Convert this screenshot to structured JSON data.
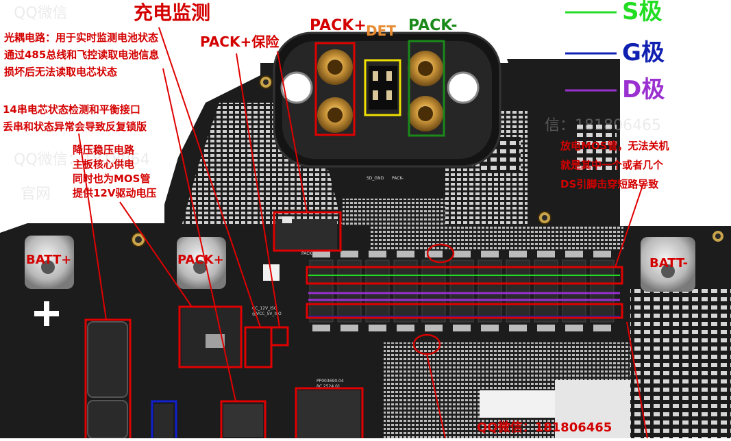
{
  "labels": {
    "charge_monitor": "充电监测",
    "pack_plus_top": "PACK+",
    "det": "DET",
    "pack_minus_top": "PACK-",
    "pack_plus_fuse": "PACK+保险",
    "batt_plus": "BATT+",
    "pack_plus_mid": "PACK+",
    "batt_minus": "BATT-",
    "qq_bottom": "QQ微信：181806465"
  },
  "annotations": {
    "optocoupler": [
      "光耦电路：用于实时监测电池状态",
      "通过485总线和飞控读取电池信息",
      "损坏后无法读取电芯状态"
    ],
    "cell_balance": [
      "14串电芯状态检测和平衡接口",
      "丢串和状态异常会导致反复锁版"
    ],
    "regulator": [
      "降压稳压电路",
      "主板核心供电",
      "同时也为MOS管",
      "提供12V驱动电压"
    ],
    "mosfet": [
      "放电MOS管，无法关机",
      "就是其中一个或者几个",
      "DS引脚击穿短路导致"
    ]
  },
  "legend": [
    {
      "label": "S极",
      "color": "#22dd22"
    },
    {
      "label": "G极",
      "color": "#1020b0"
    },
    {
      "label": "D极",
      "color": "#9a30d0"
    }
  ],
  "watermark": {
    "left": "QQ微信",
    "right": "信：181806465",
    "left2": "QQ微信：1818064",
    "site": "官网"
  },
  "silk": {
    "dmosfet_top": "PACK",
    "gnd": "SD_GND",
    "pack_minus": "PACK-",
    "vcc12": "CC_12V_ISO",
    "vcc5": "@VCC_5V_ISO",
    "part": "PP003690.04",
    "part2": "8C 2524 01"
  },
  "colors": {
    "annotation": "#d40000",
    "box_red": "#e00000",
    "box_yellow": "#f0e000",
    "box_green": "#1a8a1a",
    "box_blue": "#1020d0",
    "board": "#1c1c1c"
  }
}
